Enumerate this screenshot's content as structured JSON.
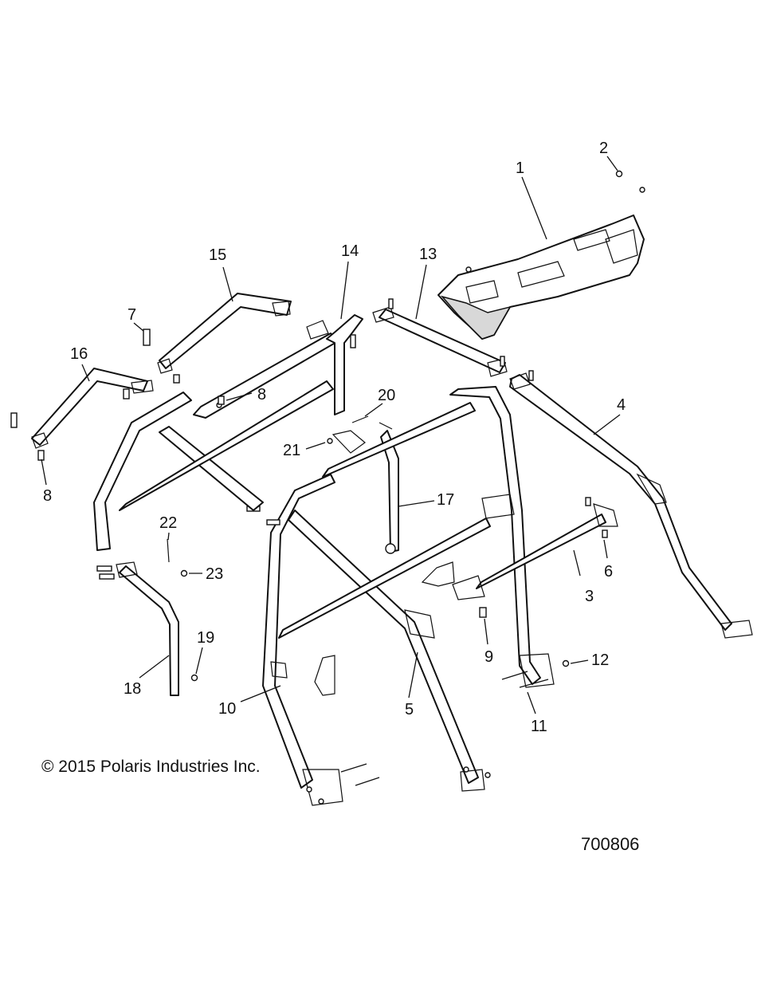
{
  "figure": {
    "copyright": "© 2015 Polaris Industries Inc.",
    "drawing_number": "700806"
  },
  "callouts": {
    "c1": "1",
    "c2": "2",
    "c3": "3",
    "c4": "4",
    "c5": "5",
    "c6": "6",
    "c7": "7",
    "c8a": "8",
    "c8b": "8",
    "c9": "9",
    "c10": "10",
    "c11": "11",
    "c12": "12",
    "c13": "13",
    "c14": "14",
    "c15": "15",
    "c16": "16",
    "c17": "17",
    "c18": "18",
    "c19": "19",
    "c20": "20",
    "c21": "21",
    "c22": "22",
    "c23": "23"
  }
}
